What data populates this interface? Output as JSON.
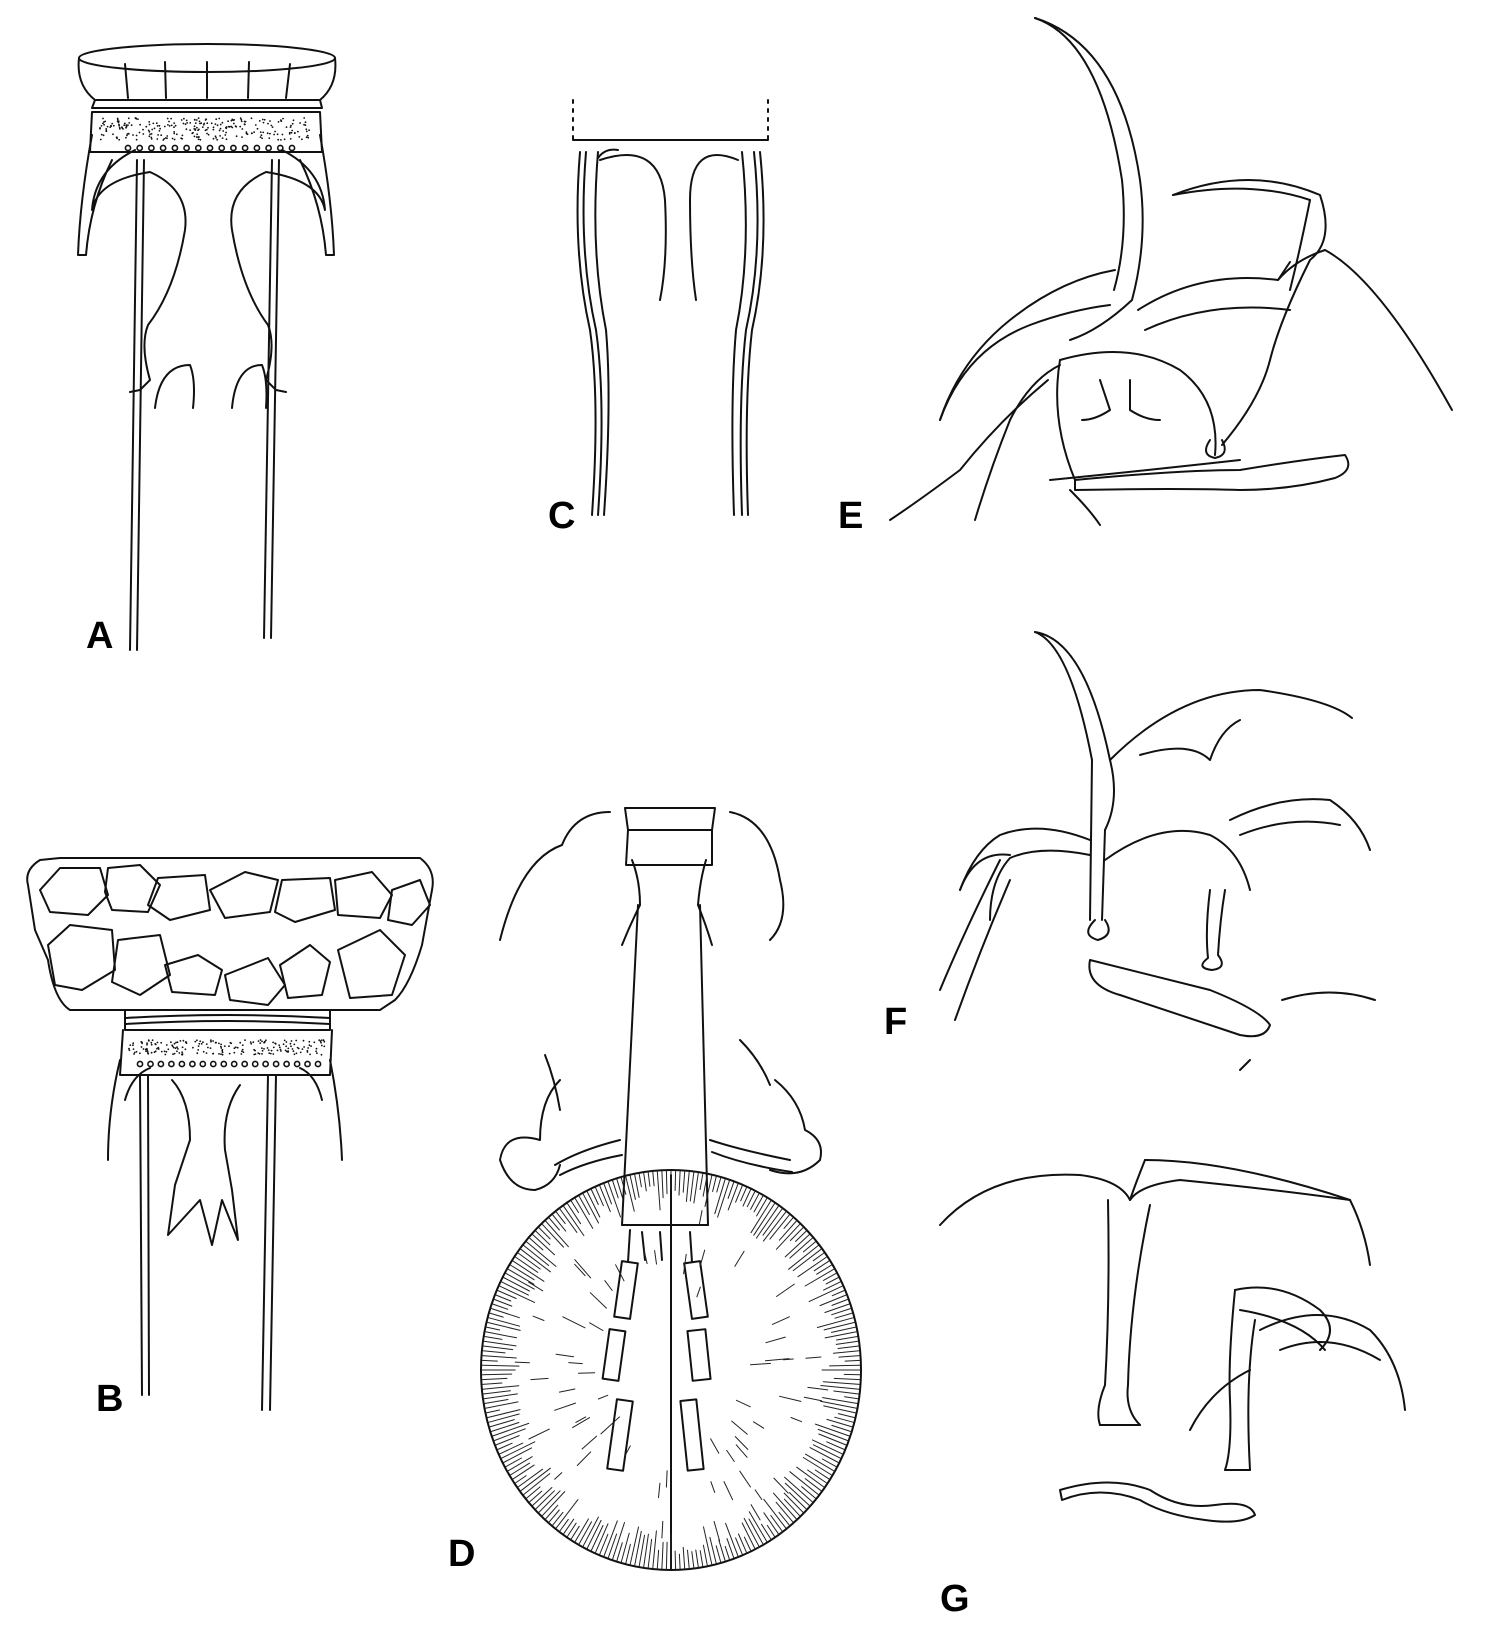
{
  "figure": {
    "panels": [
      {
        "id": "A",
        "label": "A"
      },
      {
        "id": "B",
        "label": "B"
      },
      {
        "id": "C",
        "label": "C"
      },
      {
        "id": "D",
        "label": "D"
      },
      {
        "id": "E",
        "label": "E"
      },
      {
        "id": "F",
        "label": "F"
      },
      {
        "id": "G",
        "label": "G"
      }
    ]
  }
}
